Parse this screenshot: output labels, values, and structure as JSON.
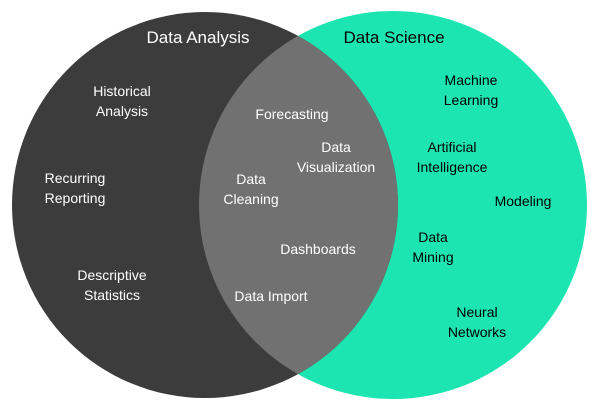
{
  "diagram": {
    "type": "venn",
    "background_color": "#ffffff",
    "left": {
      "title": "Data Analysis",
      "color": "#3c3c3c",
      "text_color": "#ffffff",
      "items": [
        {
          "label": "Historical\nAnalysis"
        },
        {
          "label": "Recurring\nReporting"
        },
        {
          "label": "Descriptive\nStatistics"
        }
      ]
    },
    "overlap": {
      "color": "#717171",
      "text_color": "#ffffff",
      "items": [
        {
          "label": "Forecasting"
        },
        {
          "label": "Data\nVisualization"
        },
        {
          "label": "Data\nCleaning"
        },
        {
          "label": "Dashboards"
        },
        {
          "label": "Data Import"
        }
      ]
    },
    "right": {
      "title": "Data Science",
      "color": "#1de5b1",
      "text_color": "#000000",
      "items": [
        {
          "label": "Machine\nLearning"
        },
        {
          "label": "Artificial\nIntelligence"
        },
        {
          "label": "Modeling"
        },
        {
          "label": "Data\nMining"
        },
        {
          "label": "Neural\nNetworks"
        }
      ]
    }
  }
}
